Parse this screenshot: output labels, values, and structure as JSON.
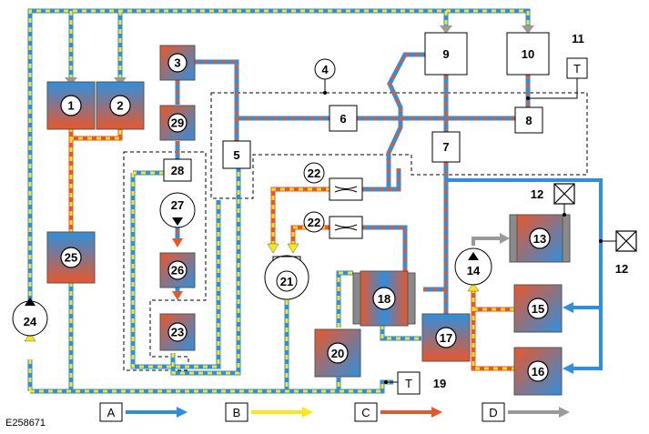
{
  "diagram_ref": "E258671",
  "colors": {
    "blue": "#2f8fdc",
    "yellow": "#f8e71c",
    "red": "#e8572c",
    "gray": "#9a9a9a"
  },
  "components": {
    "c1": "1",
    "c2": "2",
    "c3": "3",
    "c4": "4",
    "c5": "5",
    "c6": "6",
    "c7": "7",
    "c8": "8",
    "c9": "9",
    "c10": "10",
    "c11": "11",
    "c12a": "12",
    "c12b": "12",
    "c13": "13",
    "c14": "14",
    "c15": "15",
    "c16": "16",
    "c17": "17",
    "c18": "18",
    "c19": "19",
    "c20": "20",
    "c21": "21",
    "c22a": "22",
    "c22b": "22",
    "c23": "23",
    "c24": "24",
    "c25": "25",
    "c26": "26",
    "c27": "27",
    "c28": "28",
    "c29": "29"
  },
  "sensor_label": "T",
  "legend": [
    {
      "key": "A",
      "color": "#2f8fdc"
    },
    {
      "key": "B",
      "color": "#f8e71c"
    },
    {
      "key": "C",
      "color": "#e8572c"
    },
    {
      "key": "D",
      "color": "#9a9a9a"
    }
  ]
}
